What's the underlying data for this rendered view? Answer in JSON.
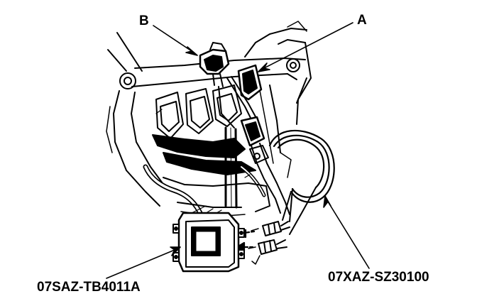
{
  "callouts": {
    "b": "B",
    "a": "A",
    "tool_left": "07SAZ-TB4011A",
    "tool_right": "07XAZ-SZ30100"
  },
  "colors": {
    "ink": "#000000",
    "background": "#ffffff"
  }
}
